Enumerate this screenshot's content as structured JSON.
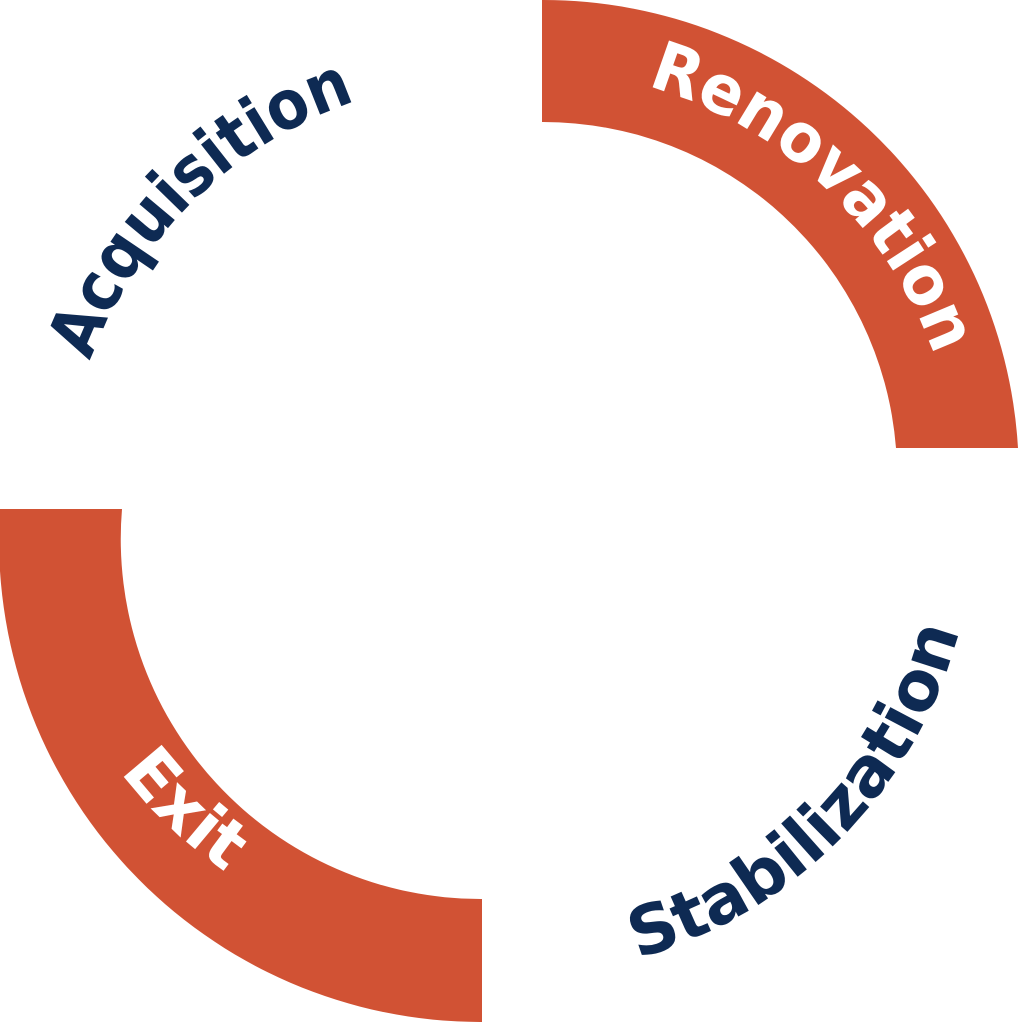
{
  "stages": [
    {
      "label": "Acquisition",
      "filled": false
    },
    {
      "label": "Renovation",
      "filled": true
    },
    {
      "label": "Stabilization",
      "filled": false
    },
    {
      "label": "Exit",
      "filled": true
    }
  ],
  "colors": {
    "accent": "#D15234",
    "navy": "#0E2A53",
    "on_accent": "#FFFFFF",
    "background": "#FFFFFF"
  }
}
